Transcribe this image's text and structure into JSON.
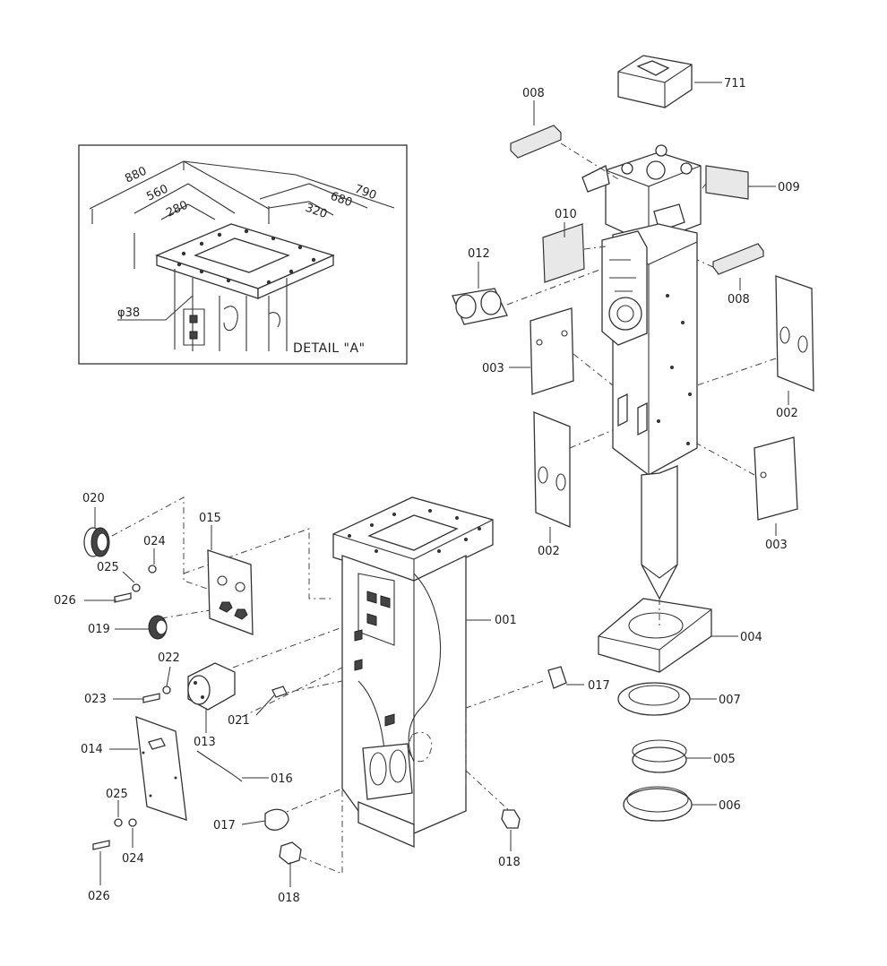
{
  "detail": {
    "title": "DETAIL \"A\"",
    "dims": [
      "880",
      "560",
      "280",
      "790",
      "680",
      "320"
    ],
    "hole": "φ38"
  },
  "parts": [
    {
      "id": "711"
    },
    {
      "id": "008"
    },
    {
      "id": "009"
    },
    {
      "id": "010"
    },
    {
      "id": "008"
    },
    {
      "id": "012"
    },
    {
      "id": "003"
    },
    {
      "id": "002"
    },
    {
      "id": "002"
    },
    {
      "id": "003"
    },
    {
      "id": "020"
    },
    {
      "id": "015"
    },
    {
      "id": "024"
    },
    {
      "id": "025"
    },
    {
      "id": "026"
    },
    {
      "id": "019"
    },
    {
      "id": "001"
    },
    {
      "id": "004"
    },
    {
      "id": "022"
    },
    {
      "id": "023"
    },
    {
      "id": "013"
    },
    {
      "id": "021"
    },
    {
      "id": "017"
    },
    {
      "id": "007"
    },
    {
      "id": "014"
    },
    {
      "id": "016"
    },
    {
      "id": "005"
    },
    {
      "id": "025"
    },
    {
      "id": "006"
    },
    {
      "id": "017"
    },
    {
      "id": "024"
    },
    {
      "id": "018"
    },
    {
      "id": "026"
    },
    {
      "id": "018"
    }
  ]
}
